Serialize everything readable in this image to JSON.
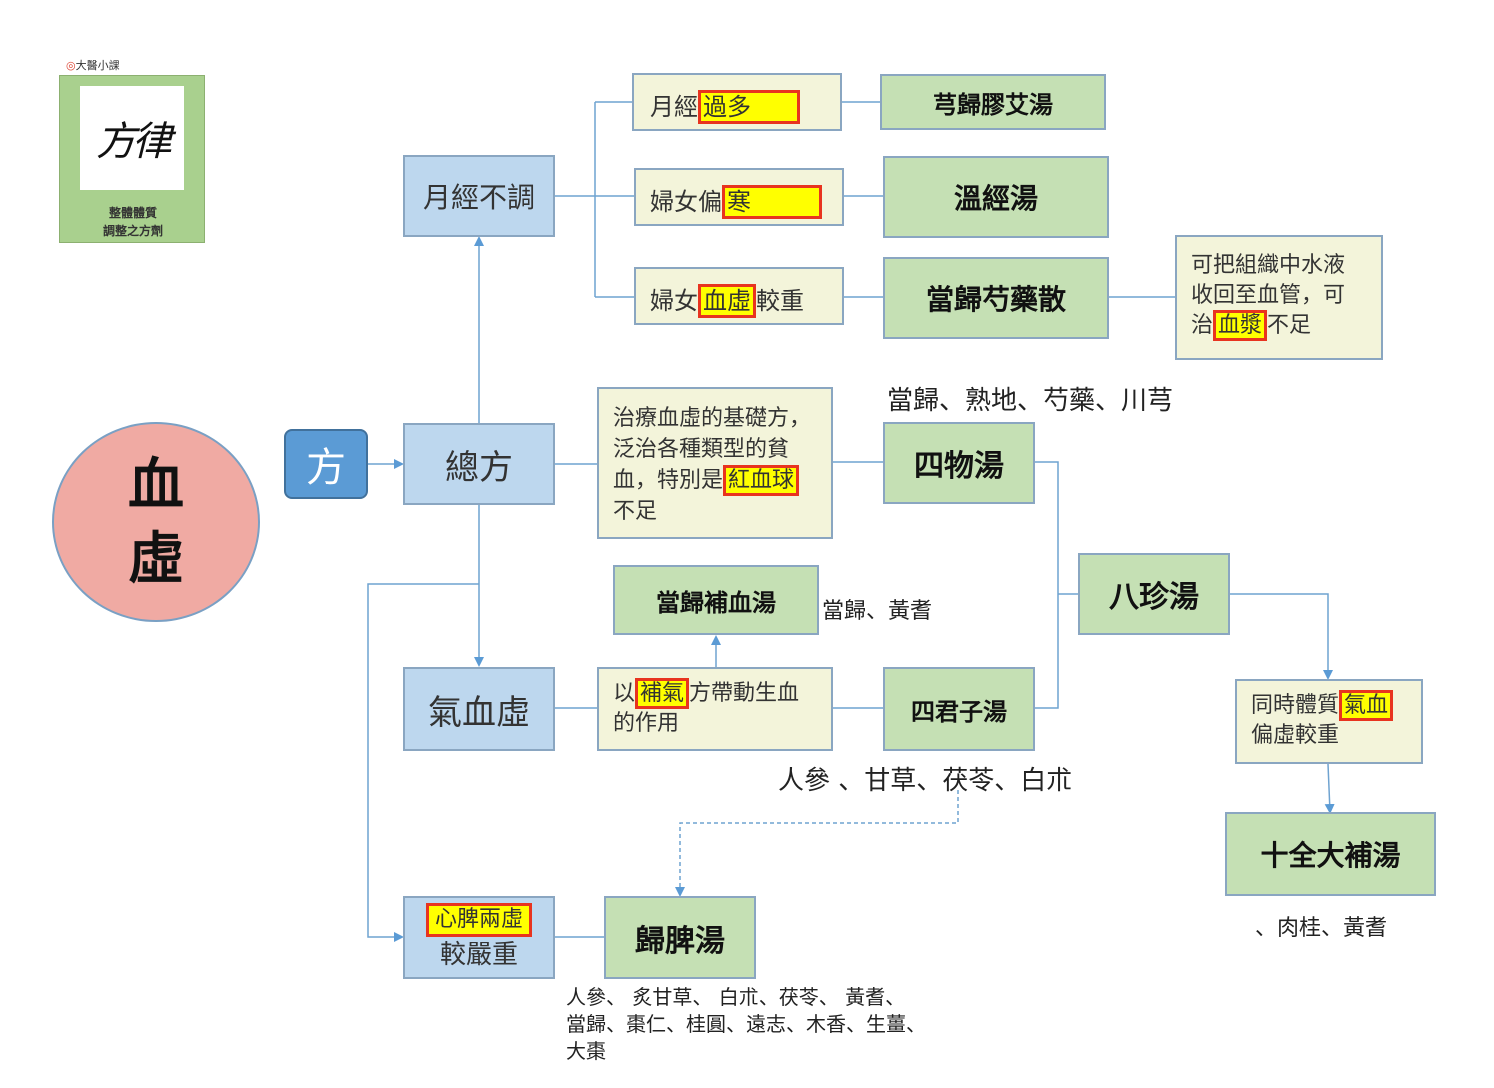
{
  "logo": {
    "brand": "大醫小課",
    "calligraphy": "方律",
    "caption_line1": "整體體質",
    "caption_line2": "調整之方劑"
  },
  "root": {
    "char1": "血",
    "char2": "虛"
  },
  "fang_label": "方",
  "categories": {
    "irregular": "月經不調",
    "general": "總方",
    "qi_blood": "氣血虛"
  },
  "heart_spleen": {
    "hl": "心脾兩虛",
    "rest": "較嚴重"
  },
  "conditions": {
    "menorrhagia": {
      "pre": "月經",
      "hl": "過多"
    },
    "cold": {
      "pre": "婦女偏",
      "hl": "寒"
    },
    "blood_def": {
      "pre": "婦女",
      "hl": "血虛",
      "post": "較重"
    }
  },
  "desc_siwu": {
    "line1": "治療血虛的基礎方，",
    "line2": "泛治各種類型的貧",
    "line3_pre": "血，特別是",
    "line3_hl": "紅血球",
    "line4": "不足"
  },
  "desc_buqi": {
    "pre": "以",
    "hl": "補氣",
    "post": "方帶動生血",
    "line2": "的作用"
  },
  "desc_shiquan": {
    "pre": "同時體質",
    "hl": "氣血",
    "line2": "偏虛較重"
  },
  "desc_danggui": {
    "line1": "可把組織中水液",
    "line2": "收回至血管，可",
    "line3_pre": "治",
    "line3_hl": "血漿",
    "line3_post": "不足"
  },
  "formulas": {
    "xiongguijiaoai": "芎歸膠艾湯",
    "wenjing": "溫經湯",
    "dangguishaoyao": "當歸芍藥散",
    "siwu": "四物湯",
    "bazhen": "八珍湯",
    "dangguibuxue": "當歸補血湯",
    "sijunzi": "四君子湯",
    "shiquan": "十全大補湯",
    "guipi": "歸脾湯"
  },
  "ingredients": {
    "siwu": "當歸、熟地、芍藥、川芎",
    "dangguibuxue": "當歸、黃耆",
    "sijunzi": "人參 、甘草、茯苓、白朮",
    "shiquan": "、肉桂、黃耆",
    "guipi_line1": "人參、 炙甘草、 白朮、茯苓、 黃耆、",
    "guipi_line2": "當歸、棗仁、桂圓、遠志、木香、生薑、",
    "guipi_line3": "大棗"
  }
}
